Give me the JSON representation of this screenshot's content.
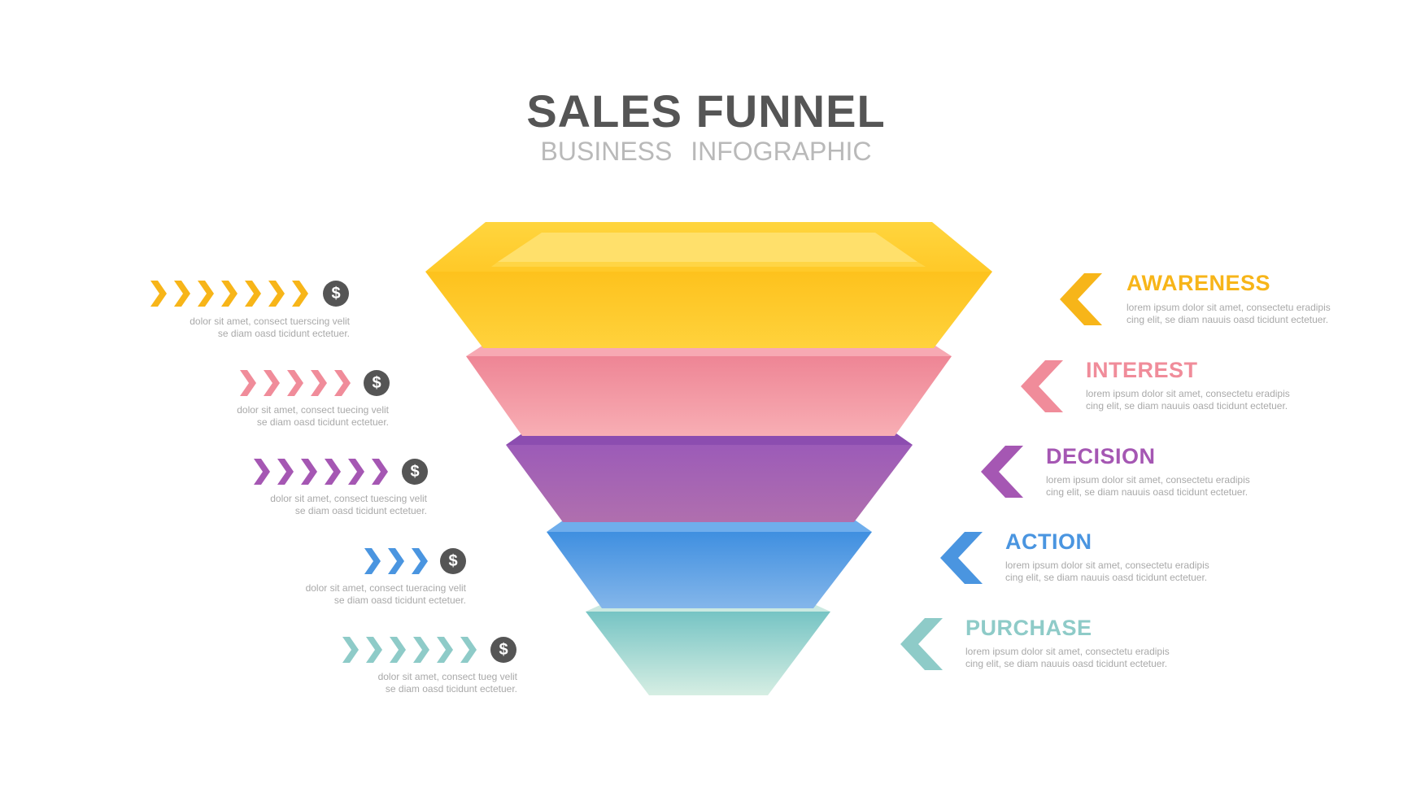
{
  "header": {
    "title": "SALES FUNNEL",
    "subtitle": "BUSINESS INFOGRAPHIC"
  },
  "dollar_symbol": "$",
  "stages": [
    {
      "title": "AWARENESS",
      "color": "#F7B519",
      "description_line1": "lorem ipsum dolor sit amet, consectetu eradipis",
      "description_line2": "cing elit, se diam nauuis oasd ticidunt ectetuer.",
      "left_text_line1": "dolor sit amet, consect tuerscing velit",
      "left_text_line2": "se diam oasd ticidunt ectetuer.",
      "chevron_count": 7
    },
    {
      "title": "INTEREST",
      "color": "#F08C9A",
      "description_line1": "lorem ipsum dolor sit amet, consectetu eradipis",
      "description_line2": "cing elit, se diam nauuis oasd ticidunt ectetuer.",
      "left_text_line1": "dolor sit amet, consect tuecing velit",
      "left_text_line2": "se diam oasd ticidunt ectetuer.",
      "chevron_count": 5
    },
    {
      "title": "DECISION",
      "color": "#A557B3",
      "description_line1": "lorem ipsum dolor sit amet, consectetu eradipis",
      "description_line2": "cing elit, se diam nauuis oasd ticidunt ectetuer.",
      "left_text_line1": "dolor sit amet, consect tuescing velit",
      "left_text_line2": "se diam oasd ticidunt ectetuer.",
      "chevron_count": 6
    },
    {
      "title": "ACTION",
      "color": "#4A95E0",
      "description_line1": "lorem ipsum dolor sit amet, consectetu eradipis",
      "description_line2": "cing elit, se diam nauuis oasd ticidunt ectetuer.",
      "left_text_line1": "dolor sit amet, consect tueracing velit",
      "left_text_line2": "se diam oasd ticidunt ectetuer.",
      "chevron_count": 3
    },
    {
      "title": "PURCHASE",
      "color": "#8ECBC8",
      "description_line1": "lorem ipsum dolor sit amet, consectetu eradipis",
      "description_line2": "cing elit, se diam nauuis oasd ticidunt ectetuer.",
      "left_text_line1": "dolor sit amet, consect tueg velit",
      "left_text_line2": "se diam oasd ticidunt ectetuer.",
      "chevron_count": 6
    }
  ]
}
